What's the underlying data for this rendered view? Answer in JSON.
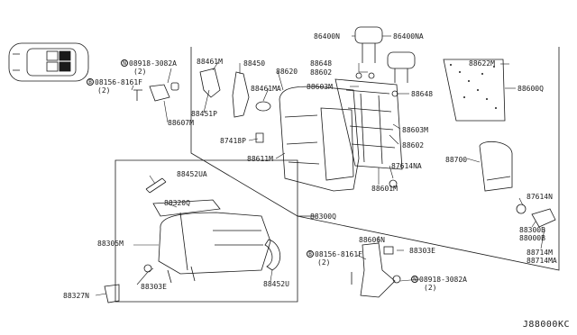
{
  "diagram": {
    "code": "J88000KC",
    "labels": {
      "p86400N": "86400N",
      "p86400NA": "86400NA",
      "p88622M": "88622M",
      "p88600Q": "88600Q",
      "p88461M": "88461M",
      "p88450": "88450",
      "p88620": "88620",
      "p88648a": "88648",
      "p88602a": "88602",
      "p88603Ma": "88603M",
      "p88648b": "88648",
      "p88461MA": "88461MA",
      "p88451P": "88451P",
      "p87418P": "87418P",
      "p88611M": "88611M",
      "p88603Mb": "88603M",
      "p88602b": "88602",
      "p87614NA": "87614NA",
      "p88700": "88700",
      "p88601M": "88601M",
      "p88607M": "88607M",
      "p88452UA": "88452UA",
      "p88320Q": "88320Q",
      "p88300Q": "88300Q",
      "p88305M": "88305M",
      "p88303Ea": "88303E",
      "p88452U": "88452U",
      "p88327N": "88327N",
      "p88606N": "88606N",
      "p88303Eb": "88303E",
      "p87614N": "87614N",
      "p88300B": "88300B",
      "p88000B": "88000B",
      "p88714M": "88714M",
      "p88714MA": "88714MA",
      "n1": "08918-3082A",
      "n1qty": "(2)",
      "b1": "08156-8161F",
      "b1qty": "(2)",
      "b2": "08156-8161F",
      "b2qty": "(2)",
      "n2": "08918-3082A",
      "n2qty": "(2)",
      "n_prefix": "N",
      "b_prefix": "B"
    }
  }
}
